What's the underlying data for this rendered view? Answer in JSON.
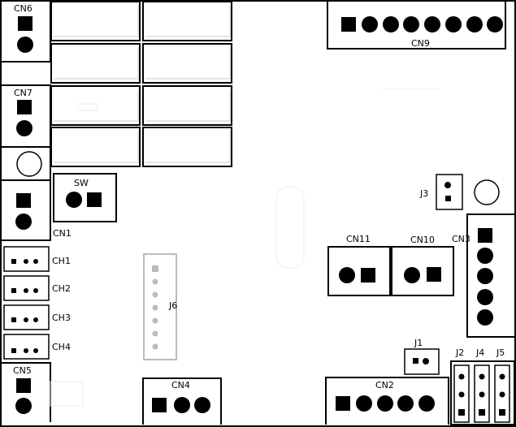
{
  "colors": {
    "outline": "#000000",
    "silk": "#eeeeee",
    "unpopulated": "#bbbbbb",
    "background": "#ffffff"
  },
  "labels": {
    "cn6": "CN6",
    "cn7": "CN7",
    "sw": "SW",
    "cn1": "CN1",
    "ch1": "CH1",
    "ch2": "CH2",
    "ch3": "CH3",
    "ch4": "CH4",
    "cn5": "CN5",
    "j6": "J6",
    "cn4": "CN4",
    "cn9": "CN9",
    "j3": "J3",
    "cn11": "CN11",
    "cn10": "CN10",
    "cn3": "CN3",
    "j1": "J1",
    "cn2": "CN2",
    "j2": "J2",
    "j4": "J4",
    "j5": "J5"
  }
}
